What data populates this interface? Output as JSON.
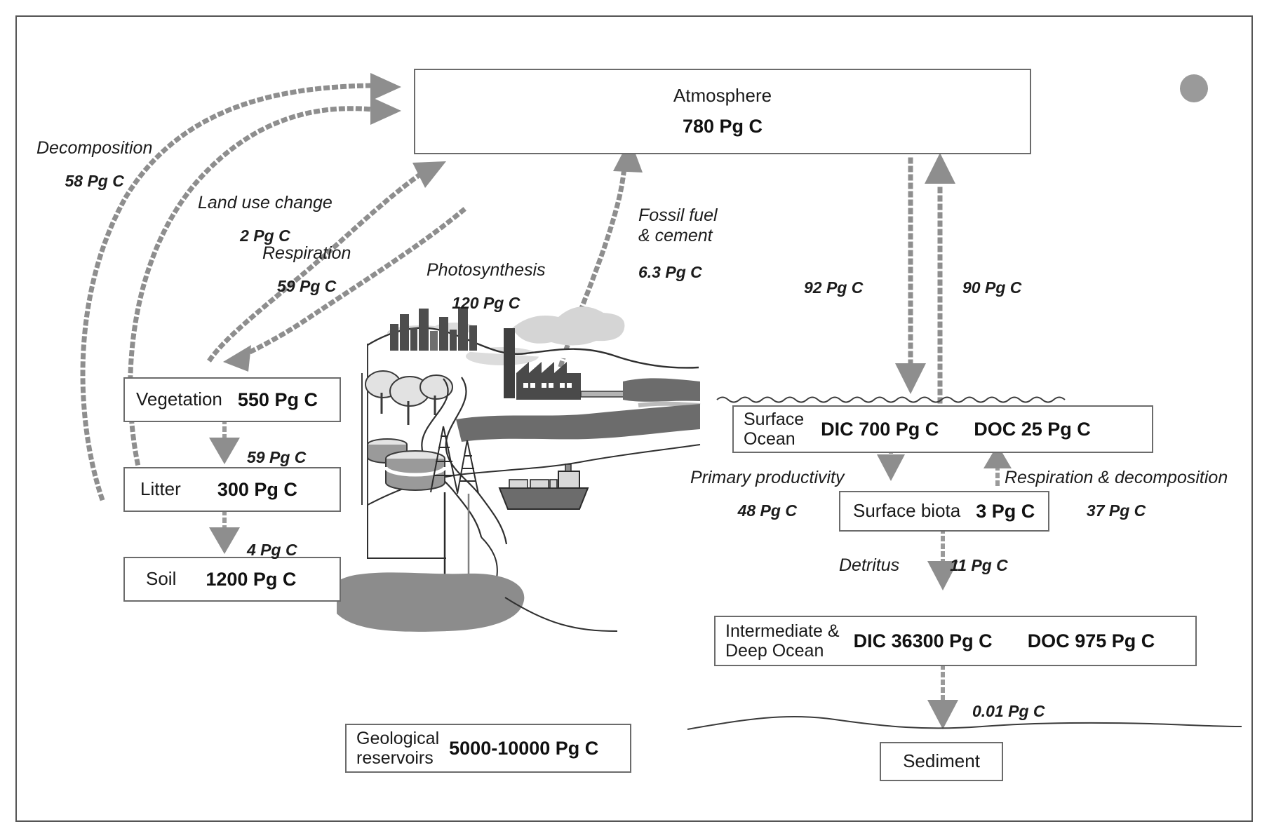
{
  "figure": {
    "title": "Global carbon cycle diagram",
    "unit": "Pg C",
    "accent_gray": "#8e8e8e",
    "box_border": "#6b6b6b",
    "sun_color": "#9a9a9a"
  },
  "pools": {
    "atmosphere": {
      "name": "Atmosphere",
      "value": "780 Pg C"
    },
    "vegetation": {
      "name": "Vegetation",
      "value": "550 Pg C"
    },
    "litter": {
      "name": "Litter",
      "value": "300 Pg C"
    },
    "soil": {
      "name": "Soil",
      "value": "1200 Pg C"
    },
    "geological": {
      "name": "Geological\nreservoirs",
      "value": "5000-10000 Pg C"
    },
    "surface_ocean": {
      "name": "Surface\nOcean",
      "dic": "DIC 700 Pg C",
      "doc": "DOC 25 Pg C"
    },
    "surface_biota": {
      "name": "Surface biota",
      "value": "3 Pg C"
    },
    "deep_ocean": {
      "name": "Intermediate &\nDeep Ocean",
      "dic": "DIC 36300 Pg C",
      "doc": "DOC 975 Pg C"
    },
    "sediment": {
      "name": "Sediment",
      "value": ""
    }
  },
  "fluxes": {
    "decomposition": {
      "name": "Decomposition",
      "value": "58  Pg C"
    },
    "land_use_change": {
      "name": "Land use change",
      "value": "2 Pg C"
    },
    "respiration": {
      "name": "Respiration",
      "value": "59  Pg C"
    },
    "photosynthesis": {
      "name": "Photosynthesis",
      "value": "120  Pg C"
    },
    "fossil_fuel": {
      "name": "Fossil fuel\n& cement",
      "value": "6.3 Pg C"
    },
    "ocean_uptake": {
      "name": "",
      "value": "92  Pg C"
    },
    "ocean_release": {
      "name": "",
      "value": "90  Pg C"
    },
    "veg_to_litter": {
      "name": "",
      "value": "59  Pg C"
    },
    "litter_to_soil": {
      "name": "",
      "value": "4  Pg C"
    },
    "primary_productivity": {
      "name": "Primary productivity",
      "value": "48 Pg C"
    },
    "respiration_decomposition": {
      "name": "Respiration & decomposition",
      "value": "37 Pg C"
    },
    "detritus": {
      "name": "Detritus",
      "value": "11 Pg C"
    },
    "to_sediment": {
      "name": "",
      "value": "0.01 Pg C"
    }
  },
  "scenery": {
    "sun": "sun-icon",
    "city": "city-skyline-icon",
    "factory": "factory-icon",
    "trees": "trees-icon",
    "tanks": "storage-tanks-icon",
    "derricks": "oil-derrick-icon",
    "ship": "cargo-ship-icon",
    "smoke": "smoke-cloud-icon",
    "river": "river-icon",
    "ocean_surface": "ocean-surface-line",
    "seafloor": "seafloor-line"
  }
}
